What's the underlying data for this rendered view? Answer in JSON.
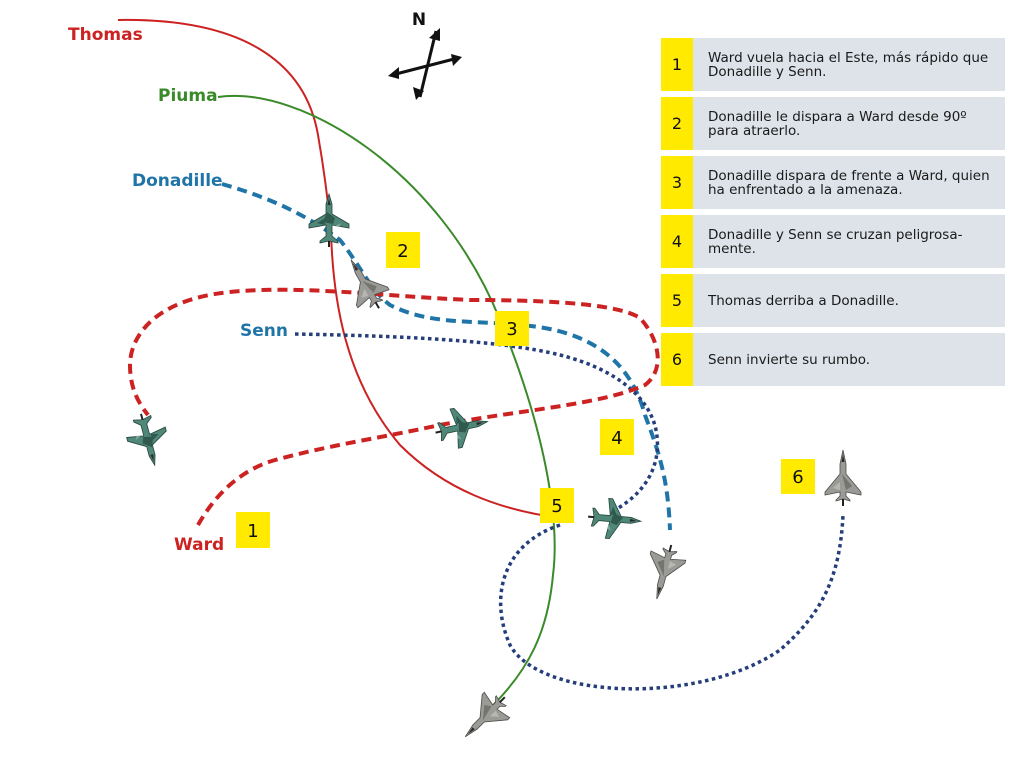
{
  "compass": {
    "north_label": "N"
  },
  "pilots": {
    "thomas": {
      "name": "Thomas",
      "color": "#cc2222"
    },
    "piuma": {
      "name": "Piuma",
      "color": "#3a8a2a"
    },
    "donadille": {
      "name": "Donadille",
      "color": "#1f74a8"
    },
    "senn": {
      "name": "Senn",
      "color": "#1f74a8"
    },
    "ward": {
      "name": "Ward",
      "color": "#cc2222"
    }
  },
  "markers": [
    "1",
    "2",
    "3",
    "4",
    "5",
    "6"
  ],
  "legend": [
    {
      "number": "1",
      "text": "Ward vuela hacia el Este, más rápido que Donadille y Senn."
    },
    {
      "number": "2",
      "text": "Donadille le dispara a Ward  desde 90º para atraerlo."
    },
    {
      "number": "3",
      "text": "Donadille dispara de frente a Ward, quien ha enfrentado a la amenaza."
    },
    {
      "number": "4",
      "text": "Donadille y Senn se cruzan peligrosa-mente."
    },
    {
      "number": "5",
      "text": "Thomas derriba a Donadille."
    },
    {
      "number": "6",
      "text": "Senn invierte su rumbo."
    }
  ],
  "aircraft": [
    {
      "name": "camo-jet-icon",
      "kind": "camo"
    },
    {
      "name": "grey-jet-icon",
      "kind": "grey"
    }
  ],
  "colors": {
    "thomas_path": "#cc2222",
    "piuma_path": "#3a8a2a",
    "donadille_path": "#1f74a8",
    "senn_path": "#253e7a",
    "ward_path": "#cc2222",
    "marker_fill": "#ffea00",
    "legend_bg": "#dde3e9"
  }
}
